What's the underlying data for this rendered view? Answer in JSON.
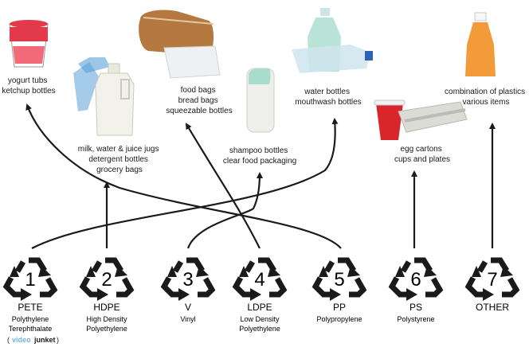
{
  "codes": [
    {
      "number": "1",
      "code": "PETE",
      "lines": [
        "Polythylene",
        "Terephthalate"
      ]
    },
    {
      "number": "2",
      "code": "HDPE",
      "lines": [
        "High Density",
        "Polyethylene"
      ]
    },
    {
      "number": "3",
      "code": "V",
      "lines": [
        "Vinyl"
      ]
    },
    {
      "number": "4",
      "code": "LDPE",
      "lines": [
        "Low Density",
        "Polyethylene"
      ]
    },
    {
      "number": "5",
      "code": "PP",
      "lines": [
        "Polypropylene"
      ]
    },
    {
      "number": "6",
      "code": "PS",
      "lines": [
        "Polystyrene"
      ]
    },
    {
      "number": "7",
      "code": "OTHER",
      "lines": []
    }
  ],
  "uses": [
    {
      "lines": [
        "yogurt tubs",
        "ketchup bottles"
      ]
    },
    {
      "lines": [
        "milk, water & juice jugs",
        "detergent bottles",
        "grocery bags"
      ]
    },
    {
      "lines": [
        "shampoo bottles",
        "clear food packaging"
      ]
    },
    {
      "lines": [
        "food bags",
        "bread bags",
        "squeezable bottles"
      ]
    },
    {
      "lines": [
        "water bottles",
        "mouthwash bottles"
      ]
    },
    {
      "lines": [
        "egg cartons",
        "cups and plates"
      ]
    },
    {
      "lines": [
        "combination of plastics",
        "various items"
      ]
    }
  ],
  "credit": {
    "open": "(",
    "brand_a": "video",
    "brand_b": "junket",
    "close": ")"
  },
  "colors": {
    "ink": "#1a1a1a",
    "credit_accent": "#6ab8e0",
    "yogurt_red": "#e23a4b",
    "cup_red": "#d8262b",
    "jug_white": "#f2f2ea",
    "bag_blue": "#5aa0d8",
    "bottle_teal": "#a9dccd",
    "bottle_orange": "#f39a3a"
  }
}
